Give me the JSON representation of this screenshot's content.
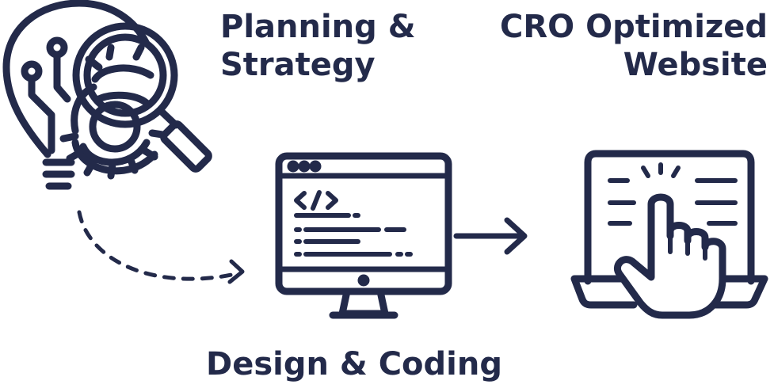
{
  "colors": {
    "ink": "#232a4a",
    "background": "#ffffff"
  },
  "steps": {
    "planning": {
      "line1": "Planning &",
      "line2": "Strategy",
      "icon": "lightbulb-gear-magnifier-icon"
    },
    "design": {
      "label": "Design & Coding",
      "icon": "desktop-code-icon"
    },
    "cro": {
      "line1": "CRO Optimized",
      "line2": "Website",
      "icon": "laptop-tap-hand-icon"
    }
  },
  "connectors": {
    "planning_to_design": "dashed-curved-arrow-icon",
    "design_to_cro": "solid-arrow-icon"
  }
}
